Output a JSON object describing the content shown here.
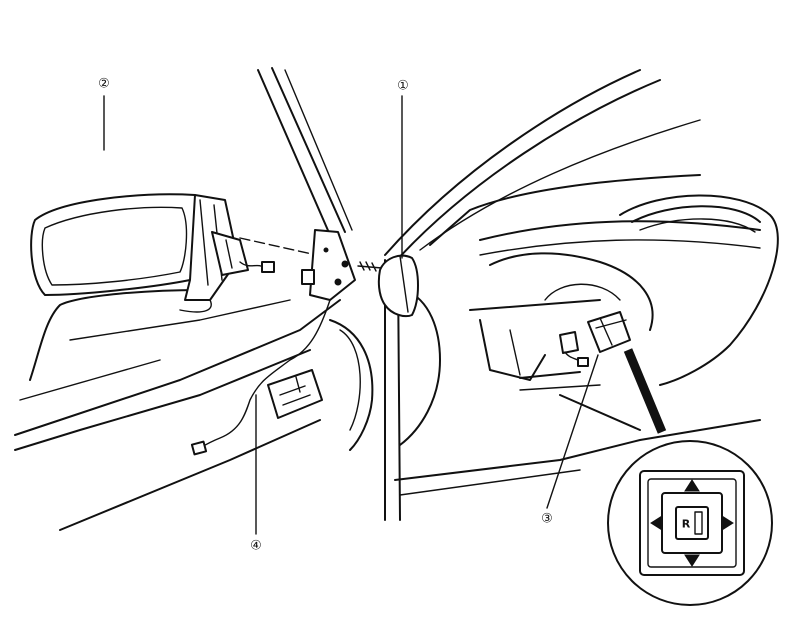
{
  "callouts": {
    "c1": "①",
    "c2": "②",
    "c3": "③",
    "c4": "④"
  },
  "switch_label": "R",
  "icons": [
    "door-mirror",
    "mirror-mount-cover",
    "mirror-control-switch",
    "mirror-harness"
  ]
}
